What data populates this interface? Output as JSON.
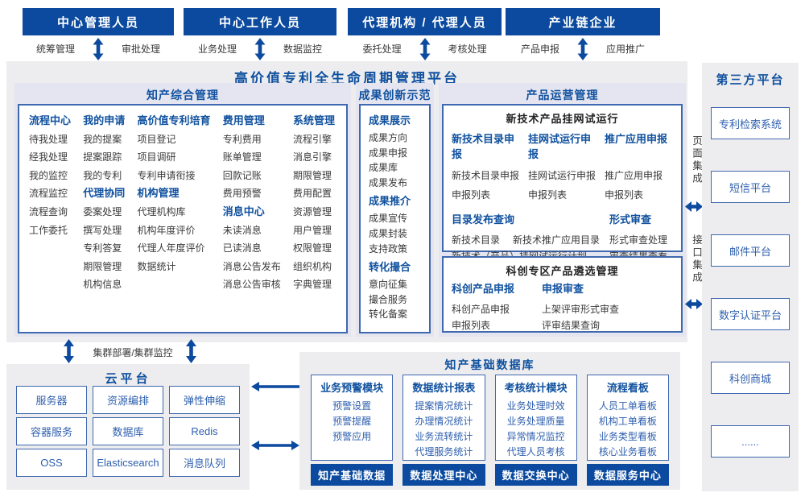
{
  "colors": {
    "primary_blue": "#0b4a9e",
    "header_text_blue": "#10519f",
    "item_blue": "#2e5fae",
    "border_blue": "#3e68af",
    "ink": "#3a3a3a",
    "panel_gray": "#ededef",
    "panel_lavender": "#e4e5f0"
  },
  "actors": [
    {
      "label": "中心管理人员",
      "sub_left": "统筹管理",
      "sub_right": "审批处理"
    },
    {
      "label": "中心工作人员",
      "sub_left": "业务处理",
      "sub_right": "数据监控"
    },
    {
      "label": "代理机构 / 代理人员",
      "sub_left": "委托处理",
      "sub_right": "考核处理"
    },
    {
      "label": "产业链企业",
      "sub_left": "产品申报",
      "sub_right": "应用推广"
    }
  ],
  "platform": {
    "title": "高价值专利全生命周期管理平台",
    "ip": {
      "title": "知产综合管理",
      "columns": [
        {
          "groups": [
            {
              "header": "流程中心",
              "items": [
                "待我处理",
                "经我处理",
                "我的监控",
                "流程监控",
                "流程查询",
                "工作委托"
              ]
            }
          ]
        },
        {
          "groups": [
            {
              "header": "我的申请",
              "items": [
                "我的提案",
                "提案跟踪",
                "我的专利"
              ]
            },
            {
              "header": "代理协同",
              "items": [
                "委案处理",
                "撰写处理",
                "专利答复",
                "期限管理",
                "机构信息"
              ]
            }
          ]
        },
        {
          "groups": [
            {
              "header": "高价值专利培育",
              "items": [
                "项目登记",
                "项目调研",
                "专利申请衔接"
              ]
            },
            {
              "header": "机构管理",
              "items": [
                "代理机构库",
                "机构年度评价",
                "代理人年度评价",
                "数据统计"
              ]
            }
          ]
        },
        {
          "groups": [
            {
              "header": "费用管理",
              "items": [
                "专利费用",
                "账单管理",
                "回款记账",
                "费用预警"
              ]
            },
            {
              "header": "消息中心",
              "items": [
                "未读消息",
                "已读消息",
                "消息公告发布",
                "消息公告审核"
              ]
            }
          ]
        },
        {
          "groups": [
            {
              "header": "系统管理",
              "items": [
                "流程引擎",
                "消息引擎",
                "期限管理",
                "费用配置",
                "资源管理",
                "用户管理",
                "权限管理",
                "组织机构",
                "字典管理"
              ]
            }
          ]
        }
      ]
    },
    "achievement": {
      "title": "成果创新示范",
      "groups": [
        {
          "header": "成果展示",
          "items": [
            "成果方向",
            "成果申报",
            "成果库",
            "成果发布"
          ]
        },
        {
          "header": "成果推介",
          "items": [
            "成果宣传",
            "成果封装",
            "支持政策"
          ]
        },
        {
          "header": "转化撮合",
          "items": [
            "意向征集",
            "撮合服务",
            "转化备案"
          ]
        }
      ]
    },
    "product": {
      "title": "产品运营管理",
      "box1": {
        "title": "新技术产品挂网试运行",
        "row1": [
          {
            "header": "新技术目录申报",
            "items": [
              "新技术目录申报",
              "申报列表"
            ]
          },
          {
            "header": "挂网试运行申报",
            "items": [
              "挂网试运行申报",
              "申报列表"
            ]
          },
          {
            "header": "推广应用申报",
            "items": [
              "推广应用申报",
              "申报列表"
            ]
          }
        ],
        "row2_wide": {
          "header": "目录发布查询",
          "items": [
            "新技术目录",
            "新技术推广应用目录",
            "新技术（产品）挂网试运行计划"
          ]
        },
        "row2_right": {
          "header": "形式审查",
          "items": [
            "形式审查处理",
            "审查结果查看"
          ]
        }
      },
      "box2": {
        "title": "科创专区产品遴选管理",
        "groups": [
          {
            "header": "科创产品申报",
            "items": [
              "科创产品申报",
              "申报列表"
            ]
          },
          {
            "header": "申报审查",
            "items": [
              "上架评审形式审查",
              "评审结果查询"
            ]
          }
        ]
      }
    }
  },
  "integration": {
    "page_label": "页面集成",
    "api_label": "接口集成"
  },
  "third_party": {
    "title": "第三方平台",
    "items": [
      "专利检索系统",
      "短信平台",
      "邮件平台",
      "数字认证平台",
      "科创商城",
      "......"
    ]
  },
  "cluster_label": "集群部署/集群监控",
  "cloud": {
    "title": "云平台",
    "cells": [
      "服务器",
      "资源编排",
      "弹性伸缩",
      "容器服务",
      "数据库",
      "Redis",
      "OSS",
      "Elasticsearch",
      "消息队列"
    ]
  },
  "database": {
    "title": "知产基础数据库",
    "modules": [
      {
        "header": "业务预警模块",
        "items": [
          "预警设置",
          "预警提醒",
          "预警应用"
        ]
      },
      {
        "header": "数据统计报表",
        "items": [
          "提案情况统计",
          "办理情况统计",
          "业务流转统计",
          "代理服务统计"
        ]
      },
      {
        "header": "考核统计模块",
        "items": [
          "业务处理时效",
          "业务处理质量",
          "异常情况监控",
          "代理人员考核"
        ]
      },
      {
        "header": "流程看板",
        "items": [
          "人员工单看板",
          "机构工单看板",
          "业务类型看板",
          "核心业务看板"
        ]
      }
    ],
    "badges": [
      "知产基础数据",
      "数据处理中心",
      "数据交换中心",
      "数据服务中心"
    ]
  }
}
